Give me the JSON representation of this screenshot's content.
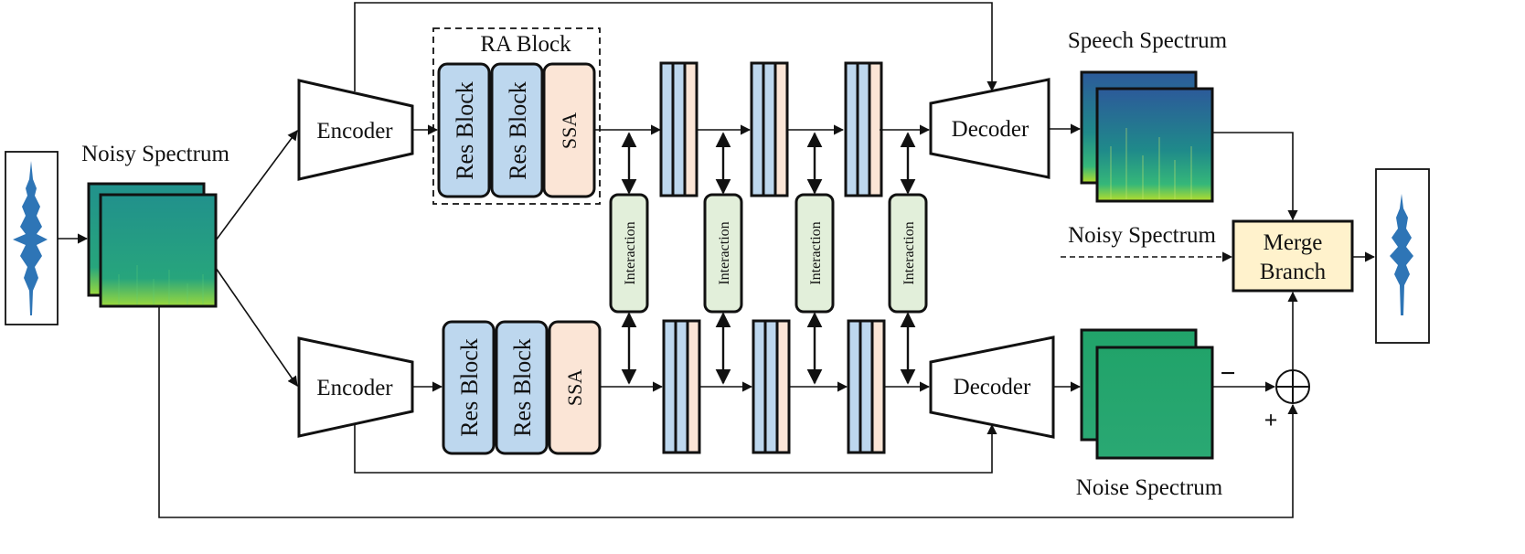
{
  "labels": {
    "noisy_spectrum": "Noisy Spectrum",
    "speech_spectrum": "Speech Spectrum",
    "noise_spectrum": "Noise Spectrum",
    "noisy_spectrum_side": "Noisy Spectrum",
    "ra_block": "RA Block",
    "encoder": "Encoder",
    "decoder": "Decoder",
    "res_block": "Res Block",
    "ssa": "SSA",
    "interaction": "Interaction",
    "merge_line1": "Merge",
    "merge_line2": "Branch",
    "minus": "−",
    "plus": "+"
  },
  "colors": {
    "res_block": "#bdd7ee",
    "ssa": "#fbe5d6",
    "interaction": "#e2efda",
    "merge": "#fff2cc",
    "waveform": "#2e75b6",
    "noise_green": "#23a369",
    "spec_teal": "#1e8f8a",
    "spec_blue": "#2b5597"
  }
}
